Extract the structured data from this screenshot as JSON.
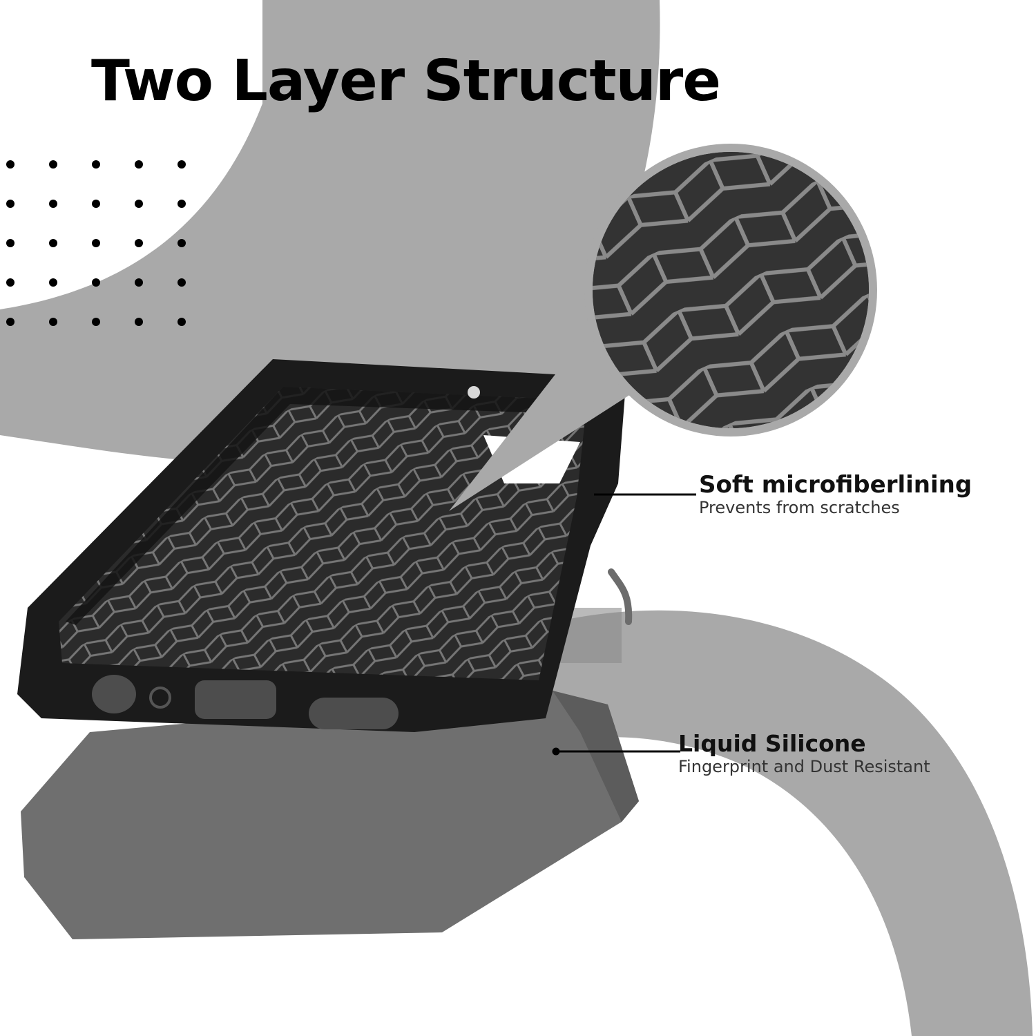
{
  "title": "Two Layer Structure",
  "callouts": [
    {
      "heading": "Soft microfiberlining",
      "subtext": "Prevents from scratches"
    },
    {
      "heading": "Liquid Silicone",
      "subtext": "Fingerprint and Dust Resistant"
    }
  ],
  "colors": {
    "background": "#ffffff",
    "arc_gray": "#a8a8a8",
    "case_black": "#1c1c1c",
    "silicone_gray": "#6f6f6f",
    "text": "#111111"
  }
}
